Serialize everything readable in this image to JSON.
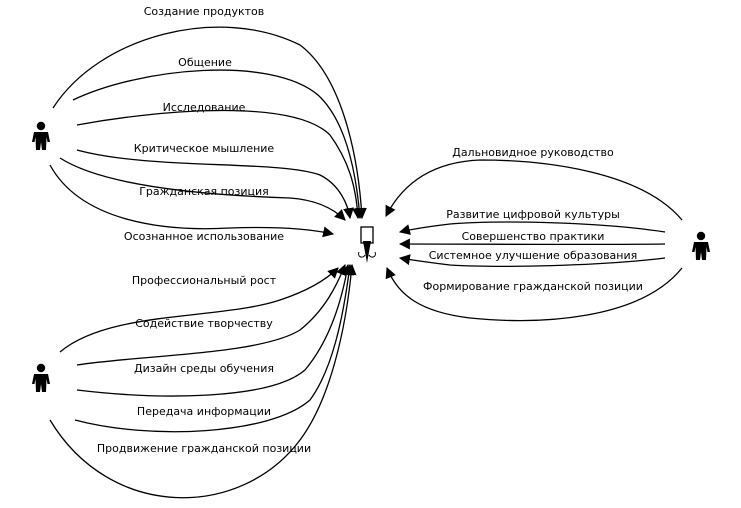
{
  "diagram": {
    "colors": {
      "stroke": "#000000",
      "background": "#ffffff"
    },
    "center_icon": "system-node-icon",
    "actor_icon": "person-icon",
    "edges": [
      {
        "label": "Создание продуктов"
      },
      {
        "label": "Общение"
      },
      {
        "label": "Исследование"
      },
      {
        "label": "Критическое мышление"
      },
      {
        "label": "Гражданская позиция"
      },
      {
        "label": "Осознанное использование"
      },
      {
        "label": "Профессиональный рост"
      },
      {
        "label": "Содействие творчеству"
      },
      {
        "label": "Дизайн среды обучения"
      },
      {
        "label": "Передача информации"
      },
      {
        "label": "Продвижение гражданской позиции"
      },
      {
        "label": "Дальновидное руководство"
      },
      {
        "label": "Развитие цифровой культуры"
      },
      {
        "label": "Совершенство практики"
      },
      {
        "label": "Системное улучшение образования"
      },
      {
        "label": "Формирование гражданской позиции"
      }
    ]
  }
}
